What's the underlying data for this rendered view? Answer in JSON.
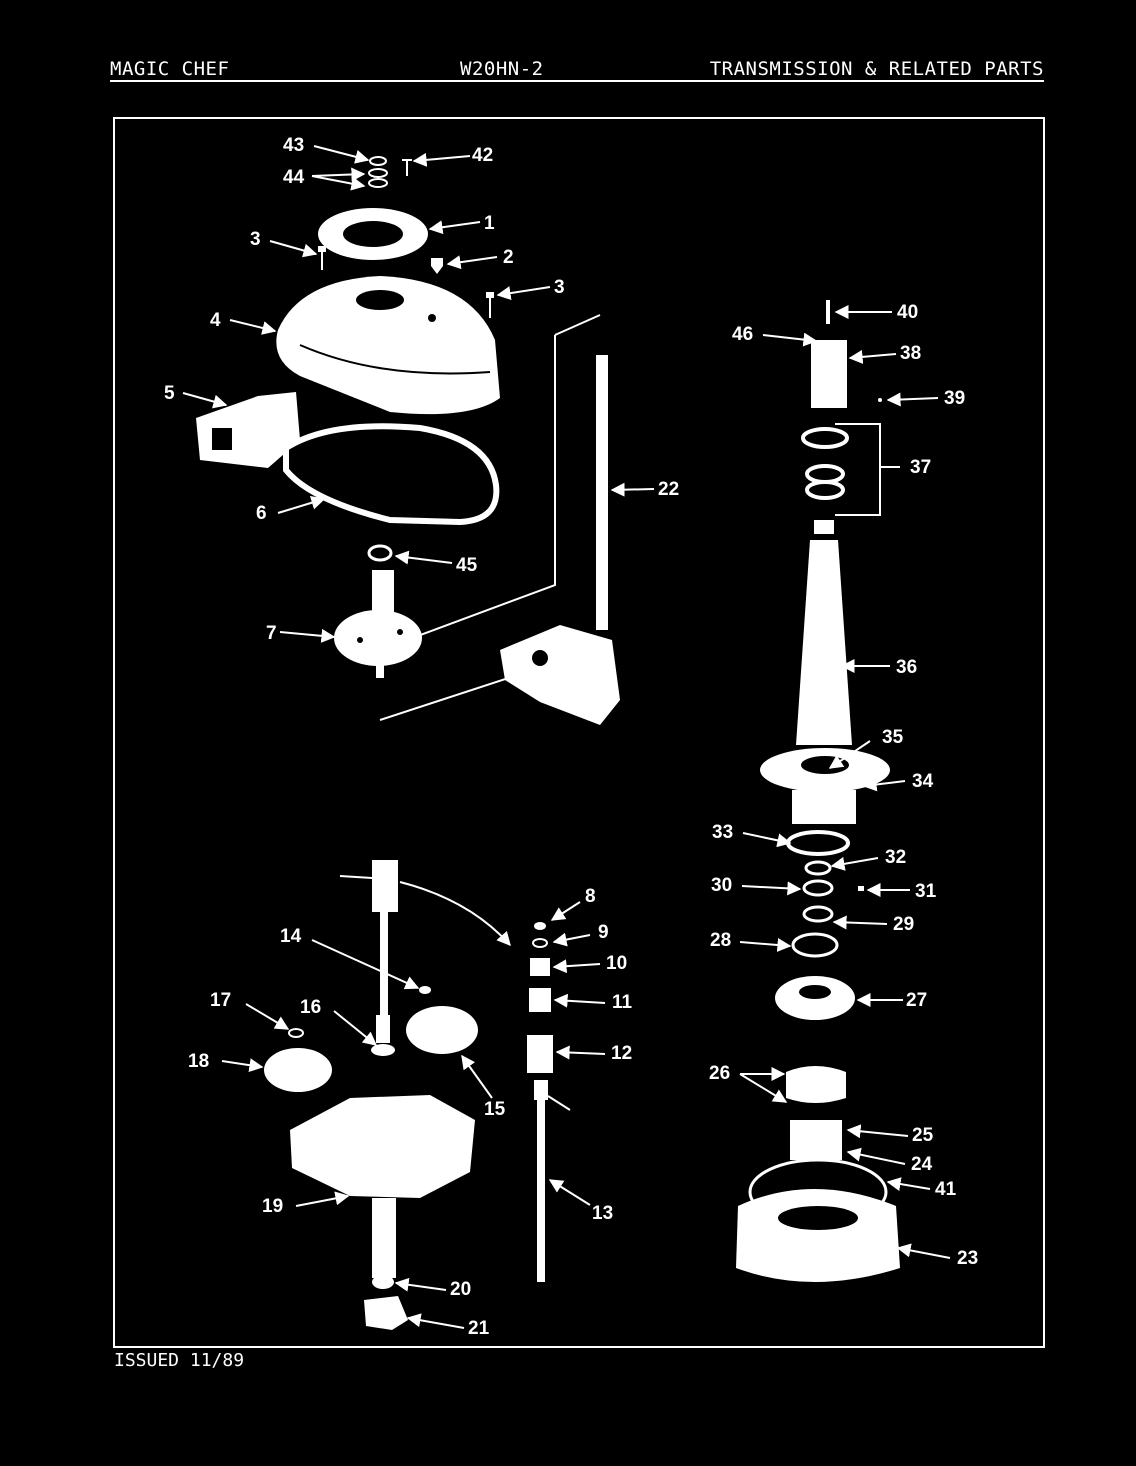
{
  "header": {
    "brand": "MAGIC CHEF",
    "model": "W20HN-2",
    "section": "TRANSMISSION & RELATED PARTS"
  },
  "footer": {
    "issued": "ISSUED 11/89"
  },
  "callouts": [
    {
      "id": "43",
      "text": "43"
    },
    {
      "id": "42",
      "text": "42"
    },
    {
      "id": "44",
      "text": "44"
    },
    {
      "id": "1",
      "text": "1"
    },
    {
      "id": "3a",
      "text": "3"
    },
    {
      "id": "2",
      "text": "2"
    },
    {
      "id": "3b",
      "text": "3"
    },
    {
      "id": "4",
      "text": "4"
    },
    {
      "id": "5",
      "text": "5"
    },
    {
      "id": "6",
      "text": "6"
    },
    {
      "id": "45",
      "text": "45"
    },
    {
      "id": "22",
      "text": "22"
    },
    {
      "id": "7",
      "text": "7"
    },
    {
      "id": "40",
      "text": "40"
    },
    {
      "id": "46",
      "text": "46"
    },
    {
      "id": "38",
      "text": "38"
    },
    {
      "id": "39",
      "text": "39"
    },
    {
      "id": "37",
      "text": "37"
    },
    {
      "id": "36",
      "text": "36"
    },
    {
      "id": "35",
      "text": "35"
    },
    {
      "id": "34",
      "text": "34"
    },
    {
      "id": "33",
      "text": "33"
    },
    {
      "id": "32",
      "text": "32"
    },
    {
      "id": "30",
      "text": "30"
    },
    {
      "id": "31",
      "text": "31"
    },
    {
      "id": "29",
      "text": "29"
    },
    {
      "id": "28",
      "text": "28"
    },
    {
      "id": "27",
      "text": "27"
    },
    {
      "id": "26",
      "text": "26"
    },
    {
      "id": "25",
      "text": "25"
    },
    {
      "id": "24",
      "text": "24"
    },
    {
      "id": "41",
      "text": "41"
    },
    {
      "id": "23",
      "text": "23"
    },
    {
      "id": "8",
      "text": "8"
    },
    {
      "id": "9",
      "text": "9"
    },
    {
      "id": "10",
      "text": "10"
    },
    {
      "id": "11",
      "text": "11"
    },
    {
      "id": "12",
      "text": "12"
    },
    {
      "id": "13",
      "text": "13"
    },
    {
      "id": "14",
      "text": "14"
    },
    {
      "id": "17",
      "text": "17"
    },
    {
      "id": "16",
      "text": "16"
    },
    {
      "id": "15",
      "text": "15"
    },
    {
      "id": "18",
      "text": "18"
    },
    {
      "id": "19",
      "text": "19"
    },
    {
      "id": "20",
      "text": "20"
    },
    {
      "id": "21",
      "text": "21"
    }
  ]
}
